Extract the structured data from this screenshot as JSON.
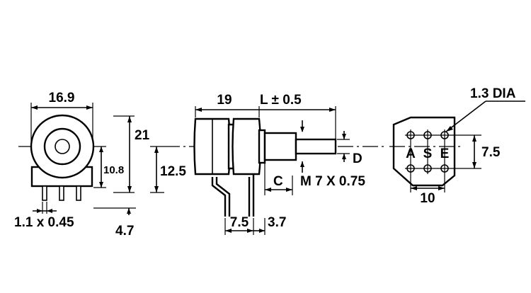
{
  "front_view": {
    "width": "16.9",
    "height_total": "21",
    "height_base": "10.8",
    "pin_size": "1.1 x 0.45",
    "pin_length": "4.7"
  },
  "side_view": {
    "body_length": "19",
    "shaft_length": "L ± 0.5",
    "shaft_height": "12.5",
    "bushing_length_label": "C",
    "thread": "M 7 X 0.75",
    "shaft_diameter_label": "D",
    "terminal_spacing": "7.5",
    "bracket_offset": "3.7"
  },
  "pcb_layout": {
    "hole_dia": "1.3 DIA",
    "row_pitch": "7.5",
    "col_pitch": "10",
    "pin_labels": [
      "A",
      "S",
      "E"
    ]
  }
}
